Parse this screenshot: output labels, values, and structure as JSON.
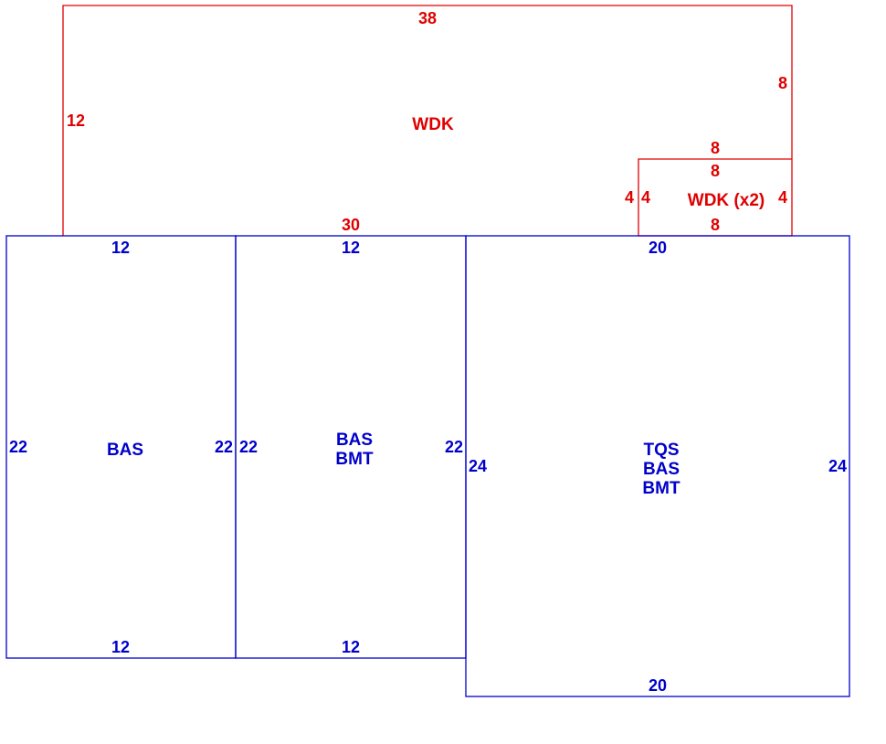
{
  "colors": {
    "deck": "#e00000",
    "building": "#0000cc",
    "background": "#ffffff"
  },
  "wdk_main": {
    "label": "WDK",
    "dim_top": "38",
    "dim_left": "12",
    "dim_right": "8",
    "dim_bottom": "30"
  },
  "wdk_small": {
    "label": "WDK (x2)",
    "dim_top_outer": "8",
    "dim_top_inner": "8",
    "dim_bottom": "8",
    "dim_left_outer": "4",
    "dim_left_inner": "4",
    "dim_right": "4"
  },
  "bas_left": {
    "label": "BAS",
    "dim_top": "12",
    "dim_bottom": "12",
    "dim_left": "22",
    "dim_right": "22"
  },
  "bas_mid": {
    "label_line1": "BAS",
    "label_line2": "BMT",
    "dim_top": "12",
    "dim_bottom": "12",
    "dim_left": "22",
    "dim_right": "22"
  },
  "tqs": {
    "label_line1": "TQS",
    "label_line2": "BAS",
    "label_line3": "BMT",
    "dim_top": "20",
    "dim_bottom": "20",
    "dim_left": "24",
    "dim_right": "24"
  }
}
